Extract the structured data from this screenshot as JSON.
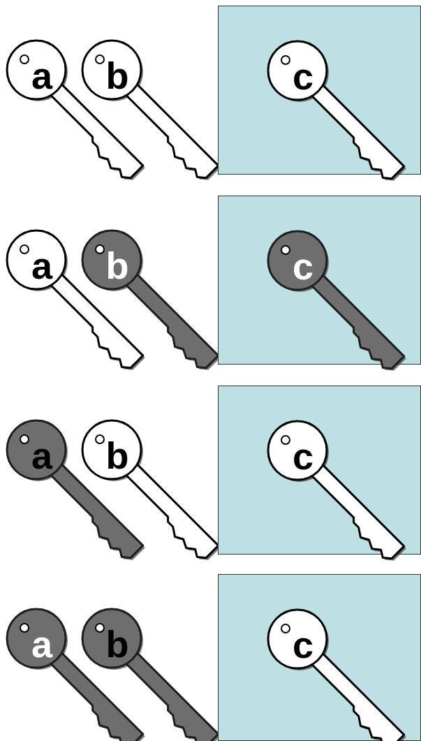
{
  "diagram": {
    "nodes": [
      {
        "text": [
          "a"
        ]
      },
      {
        "text": [
          "b"
        ]
      },
      {
        "text": []
      },
      {
        "text": [
          "c"
        ],
        "in": 2
      },
      {
        "text": [
          "a"
        ]
      },
      {
        "text": [
          "b"
        ]
      },
      {
        "text": []
      },
      {
        "text": [
          "c"
        ],
        "in": 6
      },
      {
        "text": [
          "a"
        ]
      },
      {
        "text": [
          "b"
        ]
      },
      {
        "text": []
      },
      {
        "text": [
          "c"
        ],
        "in": 10
      },
      {
        "text": [
          "a"
        ]
      },
      {
        "text": [
          "b"
        ]
      },
      {
        "text": []
      },
      {
        "text": [
          "c"
        ],
        "in": 14
      }
    ]
  }
}
